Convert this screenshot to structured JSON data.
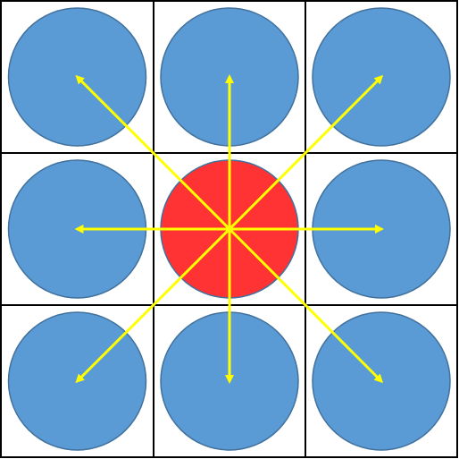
{
  "diagram": {
    "grid": {
      "rows": 3,
      "cols": 3
    },
    "center_cell": {
      "row": 1,
      "col": 1
    },
    "colors": {
      "background": "#ffffff",
      "grid_line": "#000000",
      "neighbor_fill": "#5b9bd5",
      "neighbor_stroke": "#41719c",
      "center_fill": "#ff3333",
      "center_stroke": "#41719c",
      "arrow": "#ffff00"
    },
    "arrow_directions": [
      "up-left",
      "up",
      "up-right",
      "left",
      "right",
      "down-left",
      "down",
      "down-right"
    ]
  }
}
